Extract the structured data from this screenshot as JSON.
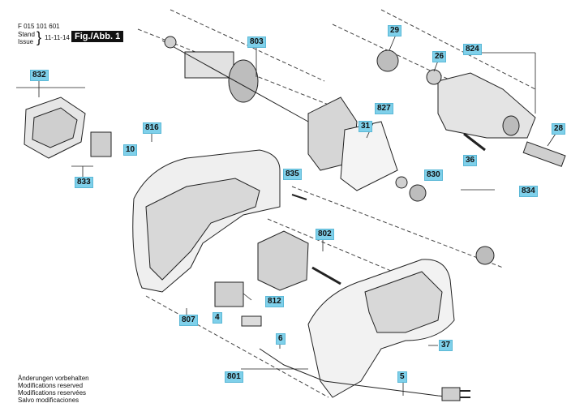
{
  "header": {
    "doc_number": "F 015 101 601",
    "stand_label": "Stand",
    "issue_label": "Issue",
    "date": "11-11-14",
    "figure": "Fig./Abb. 1"
  },
  "footer": {
    "lines": [
      "Änderungen vorbehalten",
      "Modifications reserved",
      "Modifications reservées",
      "Salvo modificaciones"
    ]
  },
  "callouts": [
    "832",
    "833",
    "816",
    "10",
    "835",
    "803",
    "827",
    "31",
    "29",
    "26",
    "824",
    "28",
    "36",
    "830",
    "834",
    "802",
    "812",
    "807",
    "4",
    "6",
    "37",
    "801",
    "5"
  ]
}
